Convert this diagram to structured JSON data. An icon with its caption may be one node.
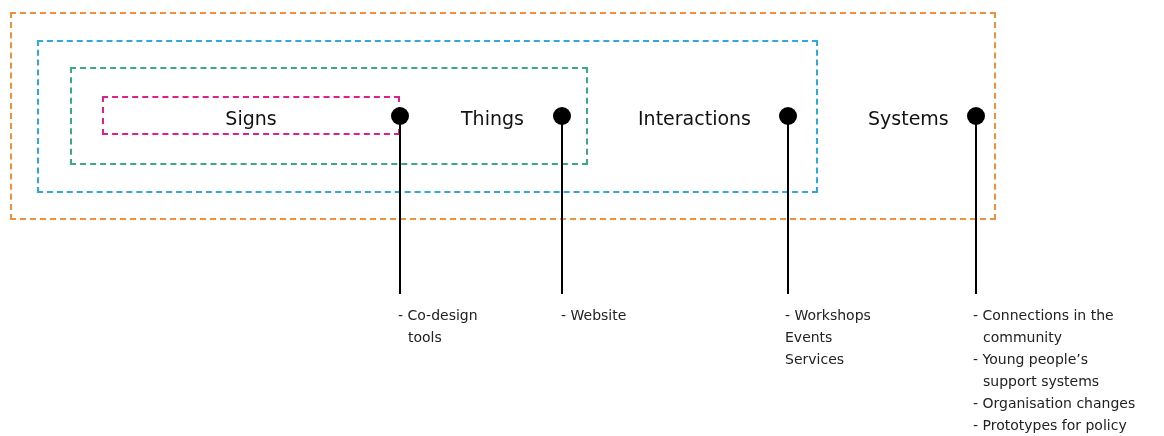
{
  "diagram": {
    "nodes": [
      {
        "text": [
          "Systems"
        ]
      },
      {
        "text": [
          "Interactions"
        ],
        "in": 0
      },
      {
        "text": [
          "Things"
        ],
        "in": 1
      },
      {
        "text": [
          "Signs"
        ],
        "in": 2
      },
      {
        "text": [
          "- Co-design tools"
        ]
      },
      {
        "text": [
          "- Website"
        ]
      },
      {
        "text": [
          "- Workshops",
          "Events",
          "Services"
        ]
      },
      {
        "text": [
          "- Connections in the community",
          "- Young people’s support systems",
          "- Organisation changes",
          "- Prototypes for policy"
        ]
      }
    ],
    "edges": [
      {
        "from": 4,
        "to": 3,
        "arrow": "other"
      },
      {
        "from": 5,
        "to": 2,
        "arrow": "other"
      },
      {
        "from": 6,
        "to": 1,
        "arrow": "other"
      },
      {
        "from": 7,
        "to": 0,
        "arrow": "other"
      }
    ]
  }
}
